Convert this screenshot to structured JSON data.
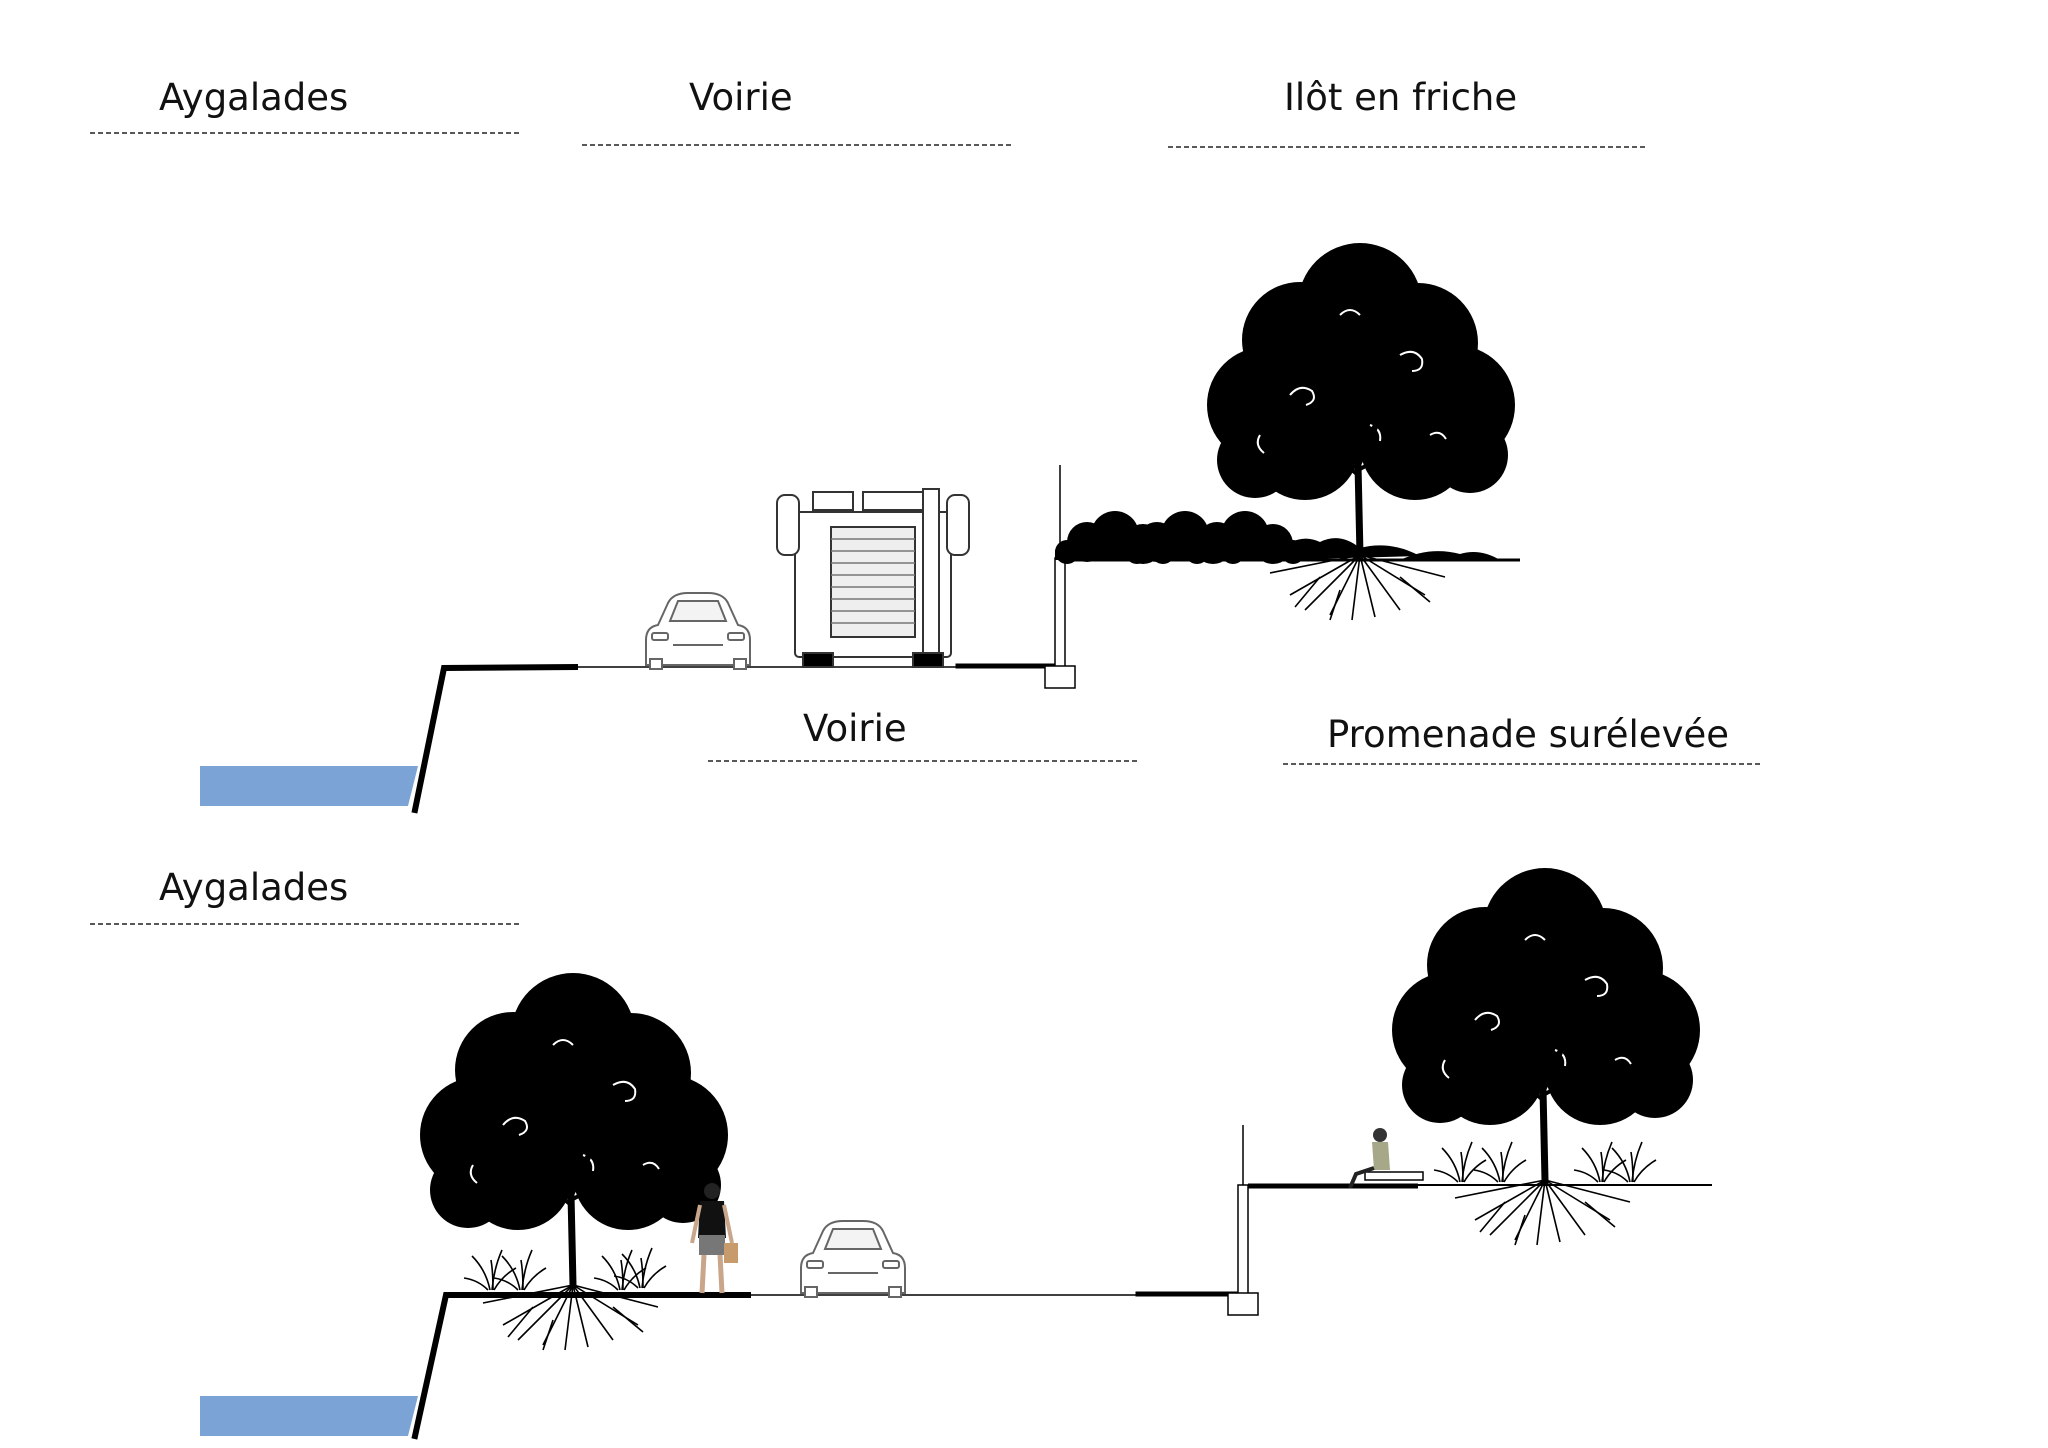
{
  "section_top": {
    "labels": {
      "aygalades": "Aygalades",
      "voirie": "Voirie",
      "ilot": "Ilôt en friche"
    },
    "icons": [
      "water-icon",
      "car-icon",
      "fire-truck-icon",
      "tree-icon",
      "shrub-icon"
    ]
  },
  "section_bottom": {
    "labels": {
      "aygalades": "Aygalades",
      "voirie": "Voirie",
      "promenade": "Promenade surélevée"
    },
    "icons": [
      "water-icon",
      "tree-icon",
      "pedestrian-icon",
      "car-icon",
      "seated-person-icon",
      "tree-icon"
    ]
  },
  "colors": {
    "water": "#7ba3d6",
    "ink": "#111111",
    "ground": "#000000",
    "wall_fill": "#ffffff"
  }
}
